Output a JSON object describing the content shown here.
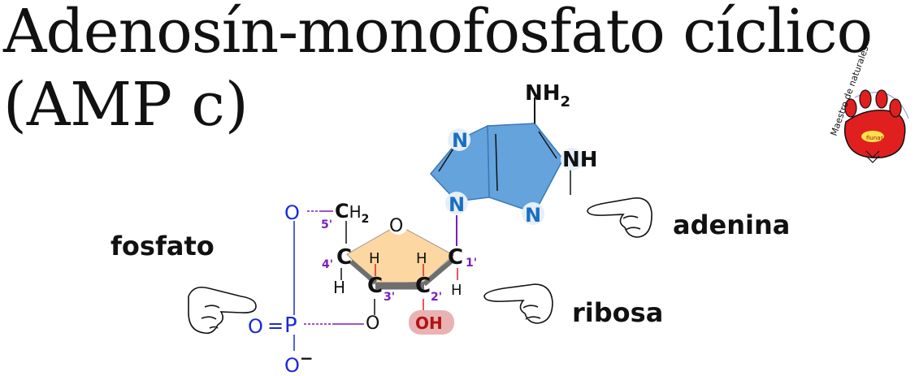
{
  "title": {
    "line1": "Adenosín-monofosfato cíclico",
    "line2": "(AMP c)"
  },
  "labels": {
    "phosphate": "fosfato",
    "adenine": "adenina",
    "ribose": "ribosa"
  },
  "logo": {
    "text": "Maestro de naturales",
    "badge": "fiunas"
  },
  "molecule": {
    "nh2": "NH",
    "nh2_sub": "2",
    "nh": "NH",
    "n": "N",
    "ch2": "C",
    "ch2_h": "H",
    "ch2_sub": "2",
    "ring_o": "O",
    "c": "C",
    "h": "H",
    "oh": "OH",
    "p": "P",
    "o": "O",
    "o_minus": "−",
    "double_eq": "=",
    "pos_5": "5'",
    "pos_4": "4'",
    "pos_3": "3'",
    "pos_2": "2'",
    "pos_1": "1'"
  },
  "colors": {
    "adenine_fill": "#64a3dc",
    "nitrogen": "#1a6fc2",
    "ribose_fill": "#fcd7a2",
    "phosphate": "#1a2ad8",
    "position": "#7a1fb8",
    "oh_bg": "#e9b3b3",
    "oh_text": "#b31313",
    "paw": "#e01f1f"
  }
}
